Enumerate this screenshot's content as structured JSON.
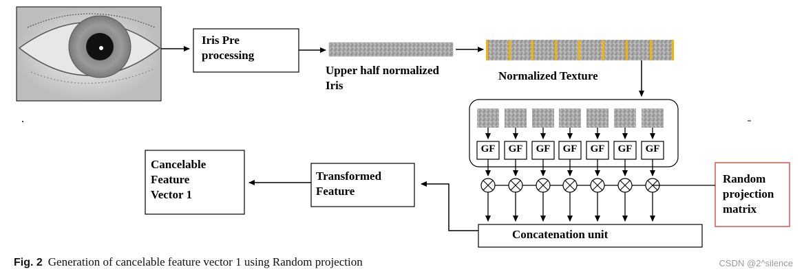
{
  "diagram": {
    "iris_pre_processing": "Iris Pre\nprocessing",
    "upper_half_normalized_iris": "Upper half normalized\nIris",
    "normalized_texture": "Normalized Texture",
    "gf_label": "GF",
    "random_projection_matrix": "Random\nprojection\nmatrix",
    "concatenation_unit": "Concatenation unit",
    "transformed_feature": "Transformed\nFeature",
    "cancelable_feature_vector": "Cancelable\nFeature\nVector 1"
  },
  "caption": {
    "fig_label": "Fig. 2",
    "text": "Generation of cancelable feature vector 1 using Random projection"
  },
  "watermark": "CSDN @2^silence",
  "colors": {
    "texture_separator": "#f2b400",
    "random_matrix_border": "#d9534f"
  }
}
